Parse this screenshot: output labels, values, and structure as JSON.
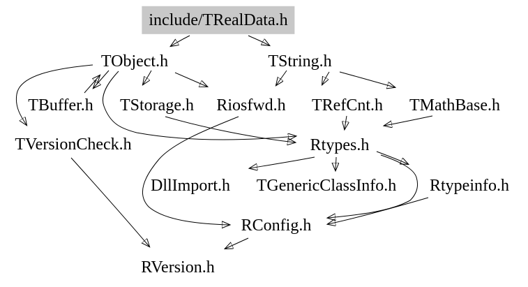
{
  "diagram": {
    "type": "include-dependency-graph",
    "main_node_id": "trealdata",
    "nodes": [
      {
        "id": "trealdata",
        "label": "include/TRealData.h"
      },
      {
        "id": "tobject",
        "label": "TObject.h"
      },
      {
        "id": "tstring",
        "label": "TString.h"
      },
      {
        "id": "tbuffer",
        "label": "TBuffer.h"
      },
      {
        "id": "tstorage",
        "label": "TStorage.h"
      },
      {
        "id": "riosfwd",
        "label": "Riosfwd.h"
      },
      {
        "id": "trefcnt",
        "label": "TRefCnt.h"
      },
      {
        "id": "tmathbase",
        "label": "TMathBase.h"
      },
      {
        "id": "tversioncheck",
        "label": "TVersionCheck.h"
      },
      {
        "id": "rtypes",
        "label": "Rtypes.h"
      },
      {
        "id": "dllimport",
        "label": "DllImport.h"
      },
      {
        "id": "tgenericclassinfo",
        "label": "TGenericClassInfo.h"
      },
      {
        "id": "rtypeinfo",
        "label": "Rtypeinfo.h"
      },
      {
        "id": "rconfig",
        "label": "RConfig.h"
      },
      {
        "id": "rversion",
        "label": "RVersion.h"
      }
    ],
    "edges": [
      {
        "from": "trealdata",
        "to": "tobject"
      },
      {
        "from": "trealdata",
        "to": "tstring"
      },
      {
        "from": "tobject",
        "to": "tbuffer"
      },
      {
        "from": "tbuffer",
        "to": "tobject"
      },
      {
        "from": "tobject",
        "to": "tstorage"
      },
      {
        "from": "tobject",
        "to": "riosfwd"
      },
      {
        "from": "tobject",
        "to": "tversioncheck"
      },
      {
        "from": "tobject",
        "to": "rtypes"
      },
      {
        "from": "tstorage",
        "to": "rtypes"
      },
      {
        "from": "tstring",
        "to": "riosfwd"
      },
      {
        "from": "tstring",
        "to": "trefcnt"
      },
      {
        "from": "tstring",
        "to": "tmathbase"
      },
      {
        "from": "trefcnt",
        "to": "rtypes"
      },
      {
        "from": "tmathbase",
        "to": "rtypes"
      },
      {
        "from": "rtypes",
        "to": "dllimport"
      },
      {
        "from": "rtypes",
        "to": "tgenericclassinfo"
      },
      {
        "from": "rtypes",
        "to": "rtypeinfo"
      },
      {
        "from": "rtypes",
        "to": "rconfig"
      },
      {
        "from": "rtypeinfo",
        "to": "rconfig"
      },
      {
        "from": "riosfwd",
        "to": "rconfig"
      },
      {
        "from": "tversioncheck",
        "to": "rversion"
      },
      {
        "from": "rconfig",
        "to": "rversion"
      }
    ]
  },
  "colors": {
    "background": "#ffffff",
    "main_node_bg": "#c8c8c8",
    "edge": "#000000",
    "text": "#000000"
  }
}
